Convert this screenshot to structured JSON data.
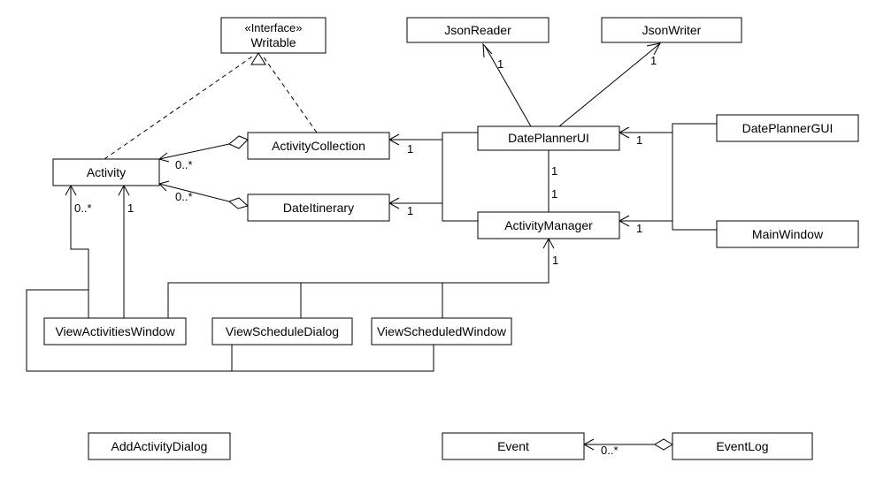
{
  "classes": {
    "writable_stereotype": "«Interface»",
    "writable": "Writable",
    "json_reader": "JsonReader",
    "json_writer": "JsonWriter",
    "activity_collection": "ActivityCollection",
    "date_planner_ui": "DatePlannerUI",
    "date_planner_gui": "DatePlannerGUI",
    "activity": "Activity",
    "date_itinerary": "DateItinerary",
    "activity_manager": "ActivityManager",
    "main_window": "MainWindow",
    "view_activities_window": "ViewActivitiesWindow",
    "view_schedule_dialog": "ViewScheduleDialog",
    "view_scheduled_window": "ViewScheduledWindow",
    "add_activity_dialog": "AddActivityDialog",
    "event": "Event",
    "event_log": "EventLog"
  },
  "multiplicities": {
    "ui_to_json_reader": "1",
    "ui_to_json_writer": "1",
    "collection_to_activity": "0..*",
    "itinerary_to_activity": "0..*",
    "ui_to_collection": "1",
    "ui_to_itinerary": "1",
    "gui_to_ui": "1",
    "main_to_manager": "1",
    "ui_manager_top": "1",
    "ui_manager_bottom": "1",
    "views_to_activity_many": "0..*",
    "views_to_activity_one": "1",
    "views_to_manager": "1",
    "event_log_to_event": "0..*"
  }
}
